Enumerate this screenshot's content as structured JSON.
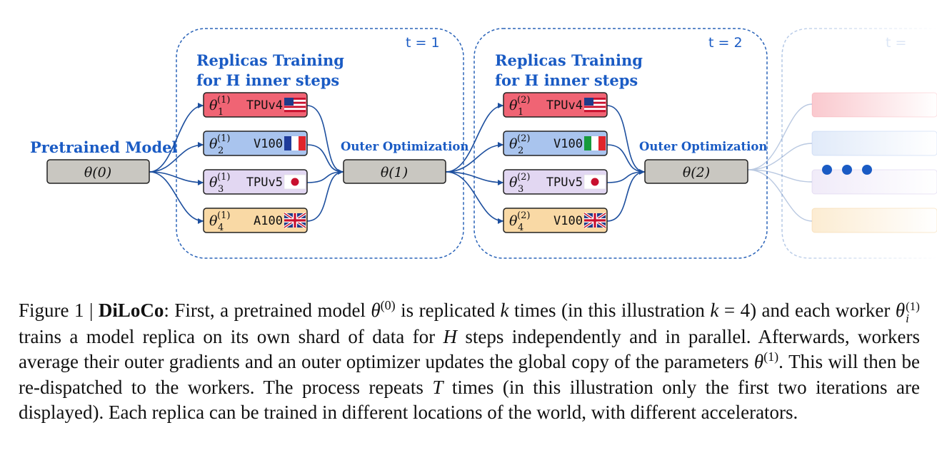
{
  "colors": {
    "blue_title": "#1a5bc4",
    "line_blue": "#1d4f9e",
    "dash_blue": "#2a63b8",
    "model_gray": "#c9c7c1",
    "red": "#f06474",
    "blue": "#a9c4ee",
    "purple": "#e2d7f2",
    "orange": "#f9d9a5"
  },
  "diagram": {
    "pretrained_label": "Pretrained Model",
    "theta0": "θ(0)",
    "outer_label": "Outer Optimization",
    "replicas_line1": "Replicas Training",
    "replicas_line2": "for H inner steps",
    "t1": "t = 1",
    "t2": "t = 2",
    "t3": "t =",
    "stage1": {
      "theta_out": "θ(1)",
      "workers": [
        {
          "theta": "θ",
          "sup": "(1)",
          "sub": "1",
          "device": "TPUv4",
          "flag": "us-flag-icon"
        },
        {
          "theta": "θ",
          "sup": "(1)",
          "sub": "2",
          "device": "V100",
          "flag": "france-flag-icon"
        },
        {
          "theta": "θ",
          "sup": "(1)",
          "sub": "3",
          "device": "TPUv5",
          "flag": "japan-flag-icon"
        },
        {
          "theta": "θ",
          "sup": "(1)",
          "sub": "4",
          "device": "A100",
          "flag": "uk-flag-icon"
        }
      ]
    },
    "stage2": {
      "theta_out": "θ(2)",
      "workers": [
        {
          "theta": "θ",
          "sup": "(2)",
          "sub": "1",
          "device": "TPUv4",
          "flag": "us-flag-icon"
        },
        {
          "theta": "θ",
          "sup": "(2)",
          "sub": "2",
          "device": "V100",
          "flag": "italy-flag-icon"
        },
        {
          "theta": "θ",
          "sup": "(2)",
          "sub": "3",
          "device": "TPUv5",
          "flag": "japan-flag-icon"
        },
        {
          "theta": "θ",
          "sup": "(2)",
          "sub": "4",
          "device": "V100",
          "flag": "uk-flag-icon"
        }
      ]
    }
  },
  "caption": {
    "prefix": "Figure 1 | ",
    "name": "DiLoCo",
    "t1": ": First, a pretrained model ",
    "theta": "θ",
    "sup0": "(0)",
    "t2": " is replicated ",
    "k": "k",
    "t3": " times (in this illustration ",
    "k2": "k",
    "t4": " = 4) and each worker ",
    "sup1": "(1)",
    "sub_i": "i",
    "t5": " trains a model replica on its own shard of data for ",
    "H": "H",
    "t6": " steps independently and in parallel. Afterwards, workers average their outer gradients and an outer optimizer updates the global copy of the parameters ",
    "t7": ". This will then be re-dispatched to the workers. The process repeats ",
    "T": "T",
    "t8": " times (in this illustration only the first two iterations are displayed). Each replica can be trained in different locations of the world, with different accelerators."
  }
}
